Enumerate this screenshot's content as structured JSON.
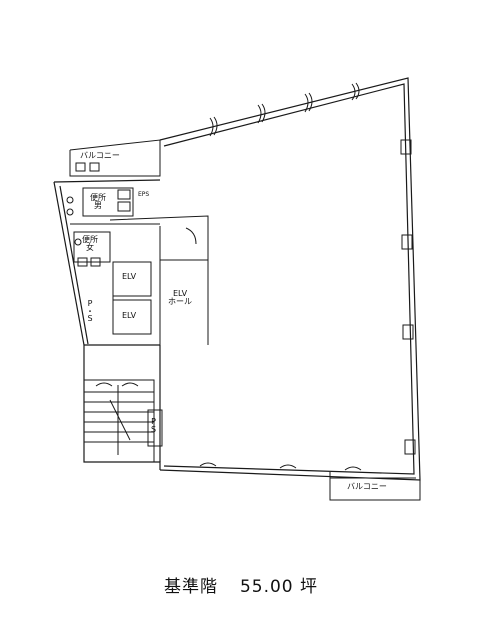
{
  "labels": {
    "balcony_top": "バルコニー",
    "balcony_bottom": "バルコニー",
    "wc_men": "便所\n男",
    "wc_women": "便所\n女",
    "elv_upper": "ELV",
    "elv_lower": "ELV",
    "elv_hall": "ELV\nホール",
    "ps_left": "P\n・\nS",
    "ps_stair": "P\nS",
    "eps": "EPS"
  },
  "caption": {
    "floor_name": "基準階",
    "area": "55.00 坪"
  }
}
